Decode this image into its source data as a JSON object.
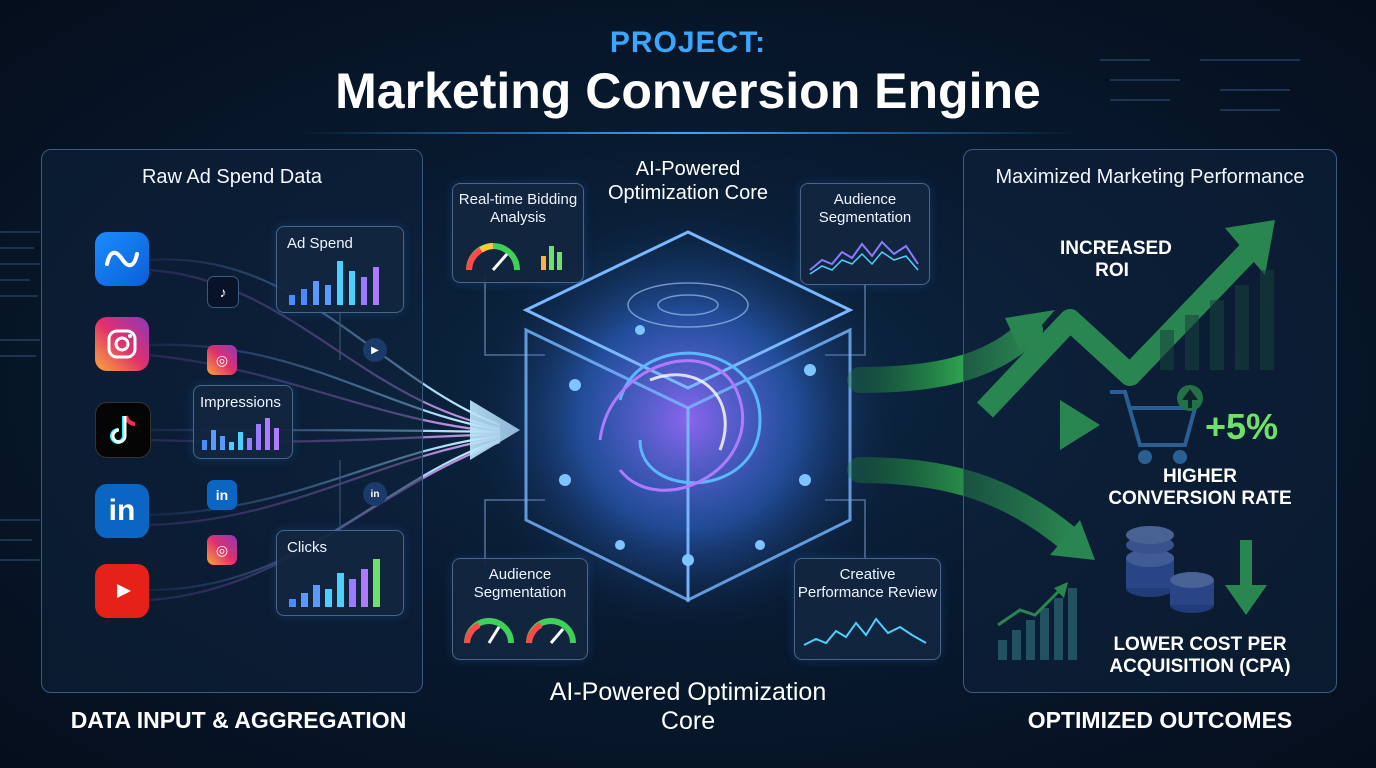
{
  "header": {
    "kicker": "PROJECT:",
    "title": "Marketing Conversion Engine"
  },
  "left_panel": {
    "title": "Raw Ad Spend Data",
    "section_label": "DATA INPUT & AGGREGATION",
    "sources": [
      {
        "icon": "meta-icon",
        "color": "#1877f2"
      },
      {
        "icon": "instagram-icon",
        "color": "#d6249f"
      },
      {
        "icon": "tiktok-icon",
        "color": "#000000"
      },
      {
        "icon": "linkedin-icon",
        "color": "#0a66c2"
      },
      {
        "icon": "youtube-icon",
        "color": "#e62117"
      }
    ],
    "cards": {
      "ad_spend": "Ad Spend",
      "impressions": "Impressions",
      "clicks": "Clicks"
    }
  },
  "center": {
    "title_top": "AI-Powered Optimization Core",
    "title_bottom": "AI-Powered Optimization Core",
    "cards": {
      "bidding": "Real-time Bidding Analysis",
      "audience_top": "Audience Segmentation",
      "audience_bottom": "Audience Segmentation",
      "creative": "Creative Performance Review"
    }
  },
  "right_panel": {
    "title": "Maximized Marketing Performance",
    "section_label": "OPTIMIZED OUTCOMES",
    "roi": "INCREASED ROI",
    "plus": "+5%",
    "conversion": "HIGHER CONVERSION RATE",
    "cpa": "LOWER COST PER ACQUISITION (CPA)"
  },
  "colors": {
    "accent": "#3aa6ff",
    "green": "#3fd05a",
    "purple": "#a56bff"
  }
}
